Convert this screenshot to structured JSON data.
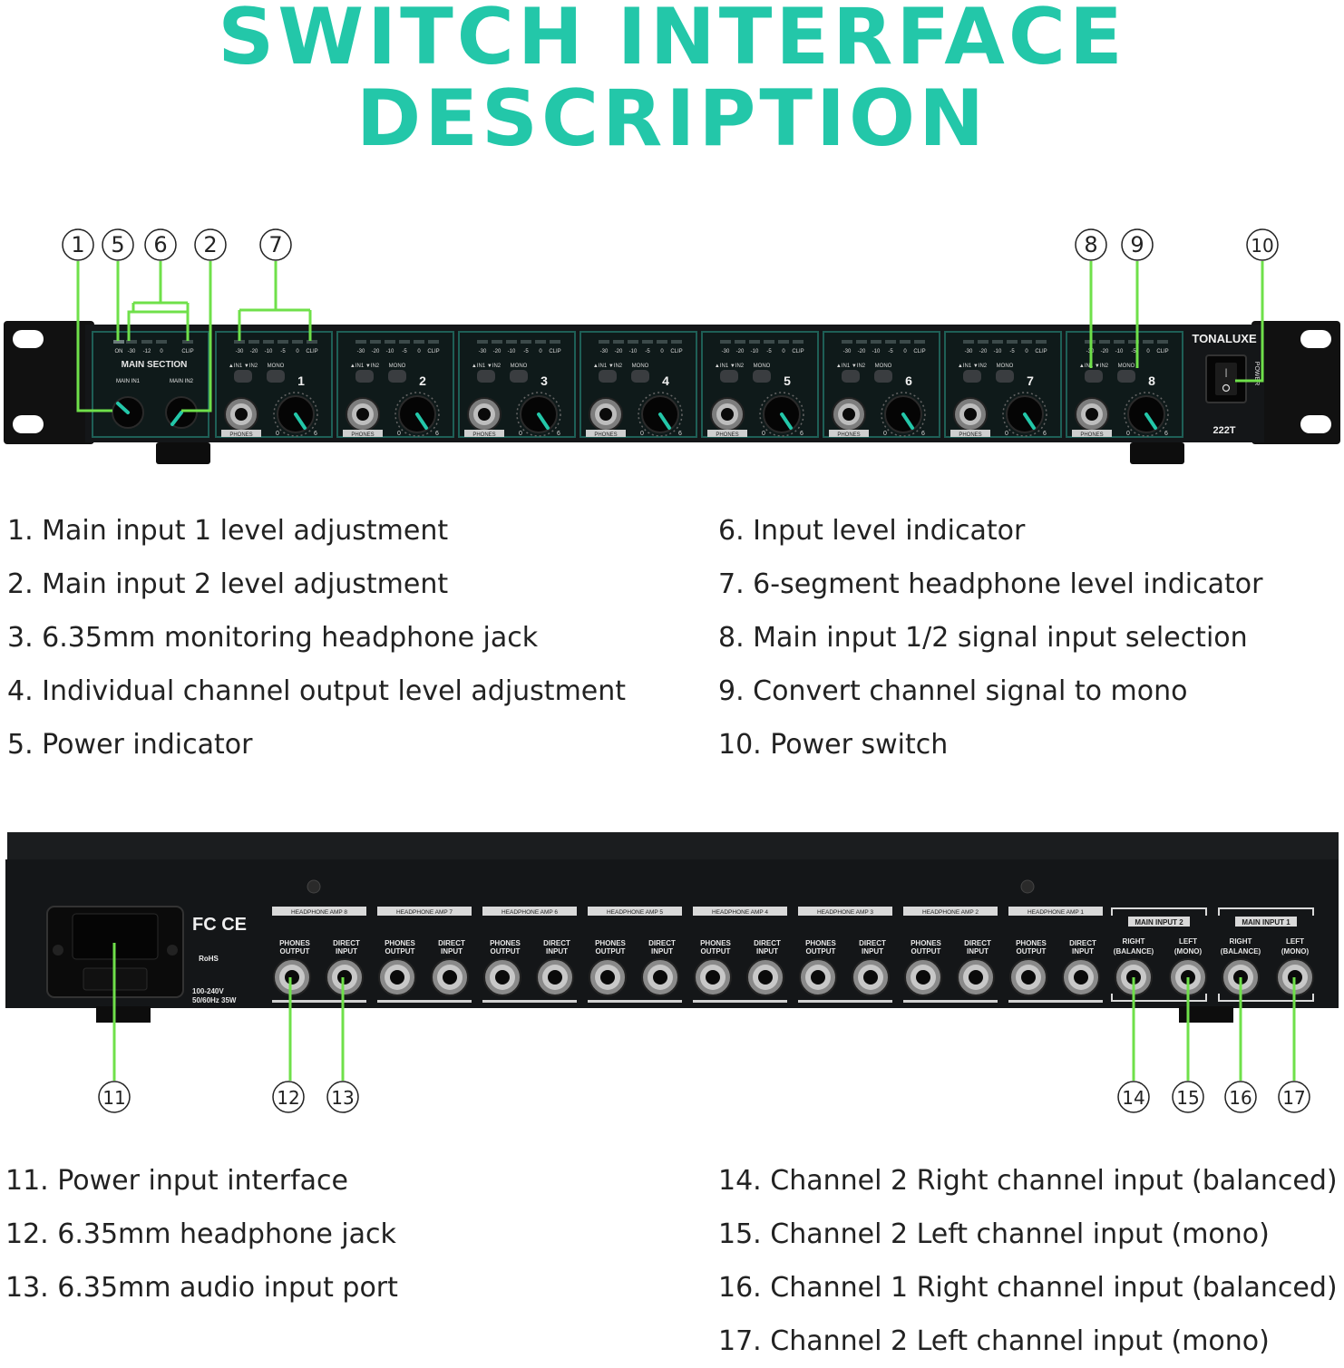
{
  "title": {
    "line1": "SWITCH INTERFACE",
    "line2": "DESCRIPTION"
  },
  "colors": {
    "accent": "#23c7a9",
    "callout": "#6fe04a",
    "panel": "#141618"
  },
  "callouts": {
    "front": [
      "1",
      "5",
      "6",
      "2",
      "7",
      "8",
      "9",
      "10"
    ],
    "rear": [
      "11",
      "12",
      "13",
      "14",
      "15",
      "16",
      "17"
    ]
  },
  "front_panel": {
    "brand": "TONALUXE",
    "model": "222T",
    "power_label": "POWER",
    "main_section": "MAIN SECTION",
    "main_in1": "MAIN IN1",
    "main_in2": "MAIN IN2",
    "main_meter": [
      "ON",
      "-30",
      "-12",
      "0",
      "CLIP"
    ],
    "channel_meter": [
      "-30",
      "-20",
      "-10",
      "-5",
      "0",
      "CLIP"
    ],
    "in_select": "▲IN1 ▼IN2",
    "mono": "MONO",
    "phones": "PHONES",
    "knob_min": "0",
    "knob_max": "6",
    "channels": [
      "1",
      "2",
      "3",
      "4",
      "5",
      "6",
      "7",
      "8"
    ]
  },
  "rear_panel": {
    "certs": "FC CE",
    "rohs": "RoHS",
    "power_spec": [
      "100-240V",
      "50/60Hz 35W"
    ],
    "amps": [
      "HEADPHONE AMP 8",
      "HEADPHONE AMP 7",
      "HEADPHONE AMP 6",
      "HEADPHONE AMP 5",
      "HEADPHONE AMP 4",
      "HEADPHONE AMP 3",
      "HEADPHONE AMP 2",
      "HEADPHONE AMP 1"
    ],
    "phones_output": [
      "PHONES",
      "OUTPUT"
    ],
    "direct_input": [
      "DIRECT",
      "INPUT"
    ],
    "main_inputs": [
      "MAIN INPUT 2",
      "MAIN INPUT 1"
    ],
    "right_bal": [
      "RIGHT",
      "(BALANCE)"
    ],
    "left_mono": [
      "LEFT",
      "(MONO)"
    ]
  },
  "descriptions_front_left": [
    "1. Main input 1 level adjustment",
    "2. Main input 2 level adjustment",
    "3. 6.35mm monitoring headphone jack",
    "4. Individual channel output level adjustment",
    "5. Power indicator"
  ],
  "descriptions_front_right": [
    "6. Input level indicator",
    "7. 6-segment headphone level indicator",
    "8. Main input 1/2 signal input selection",
    "9. Convert channel signal to mono",
    "10. Power switch"
  ],
  "descriptions_rear_left": [
    "11. Power input interface",
    "12. 6.35mm headphone jack",
    "13. 6.35mm audio input port"
  ],
  "descriptions_rear_right": [
    "14. Channel 2 Right channel input (balanced)",
    "15. Channel 2 Left channel input (mono)",
    "16. Channel 1 Right channel input (balanced)",
    "17. Channel 2 Left channel input (mono)"
  ]
}
